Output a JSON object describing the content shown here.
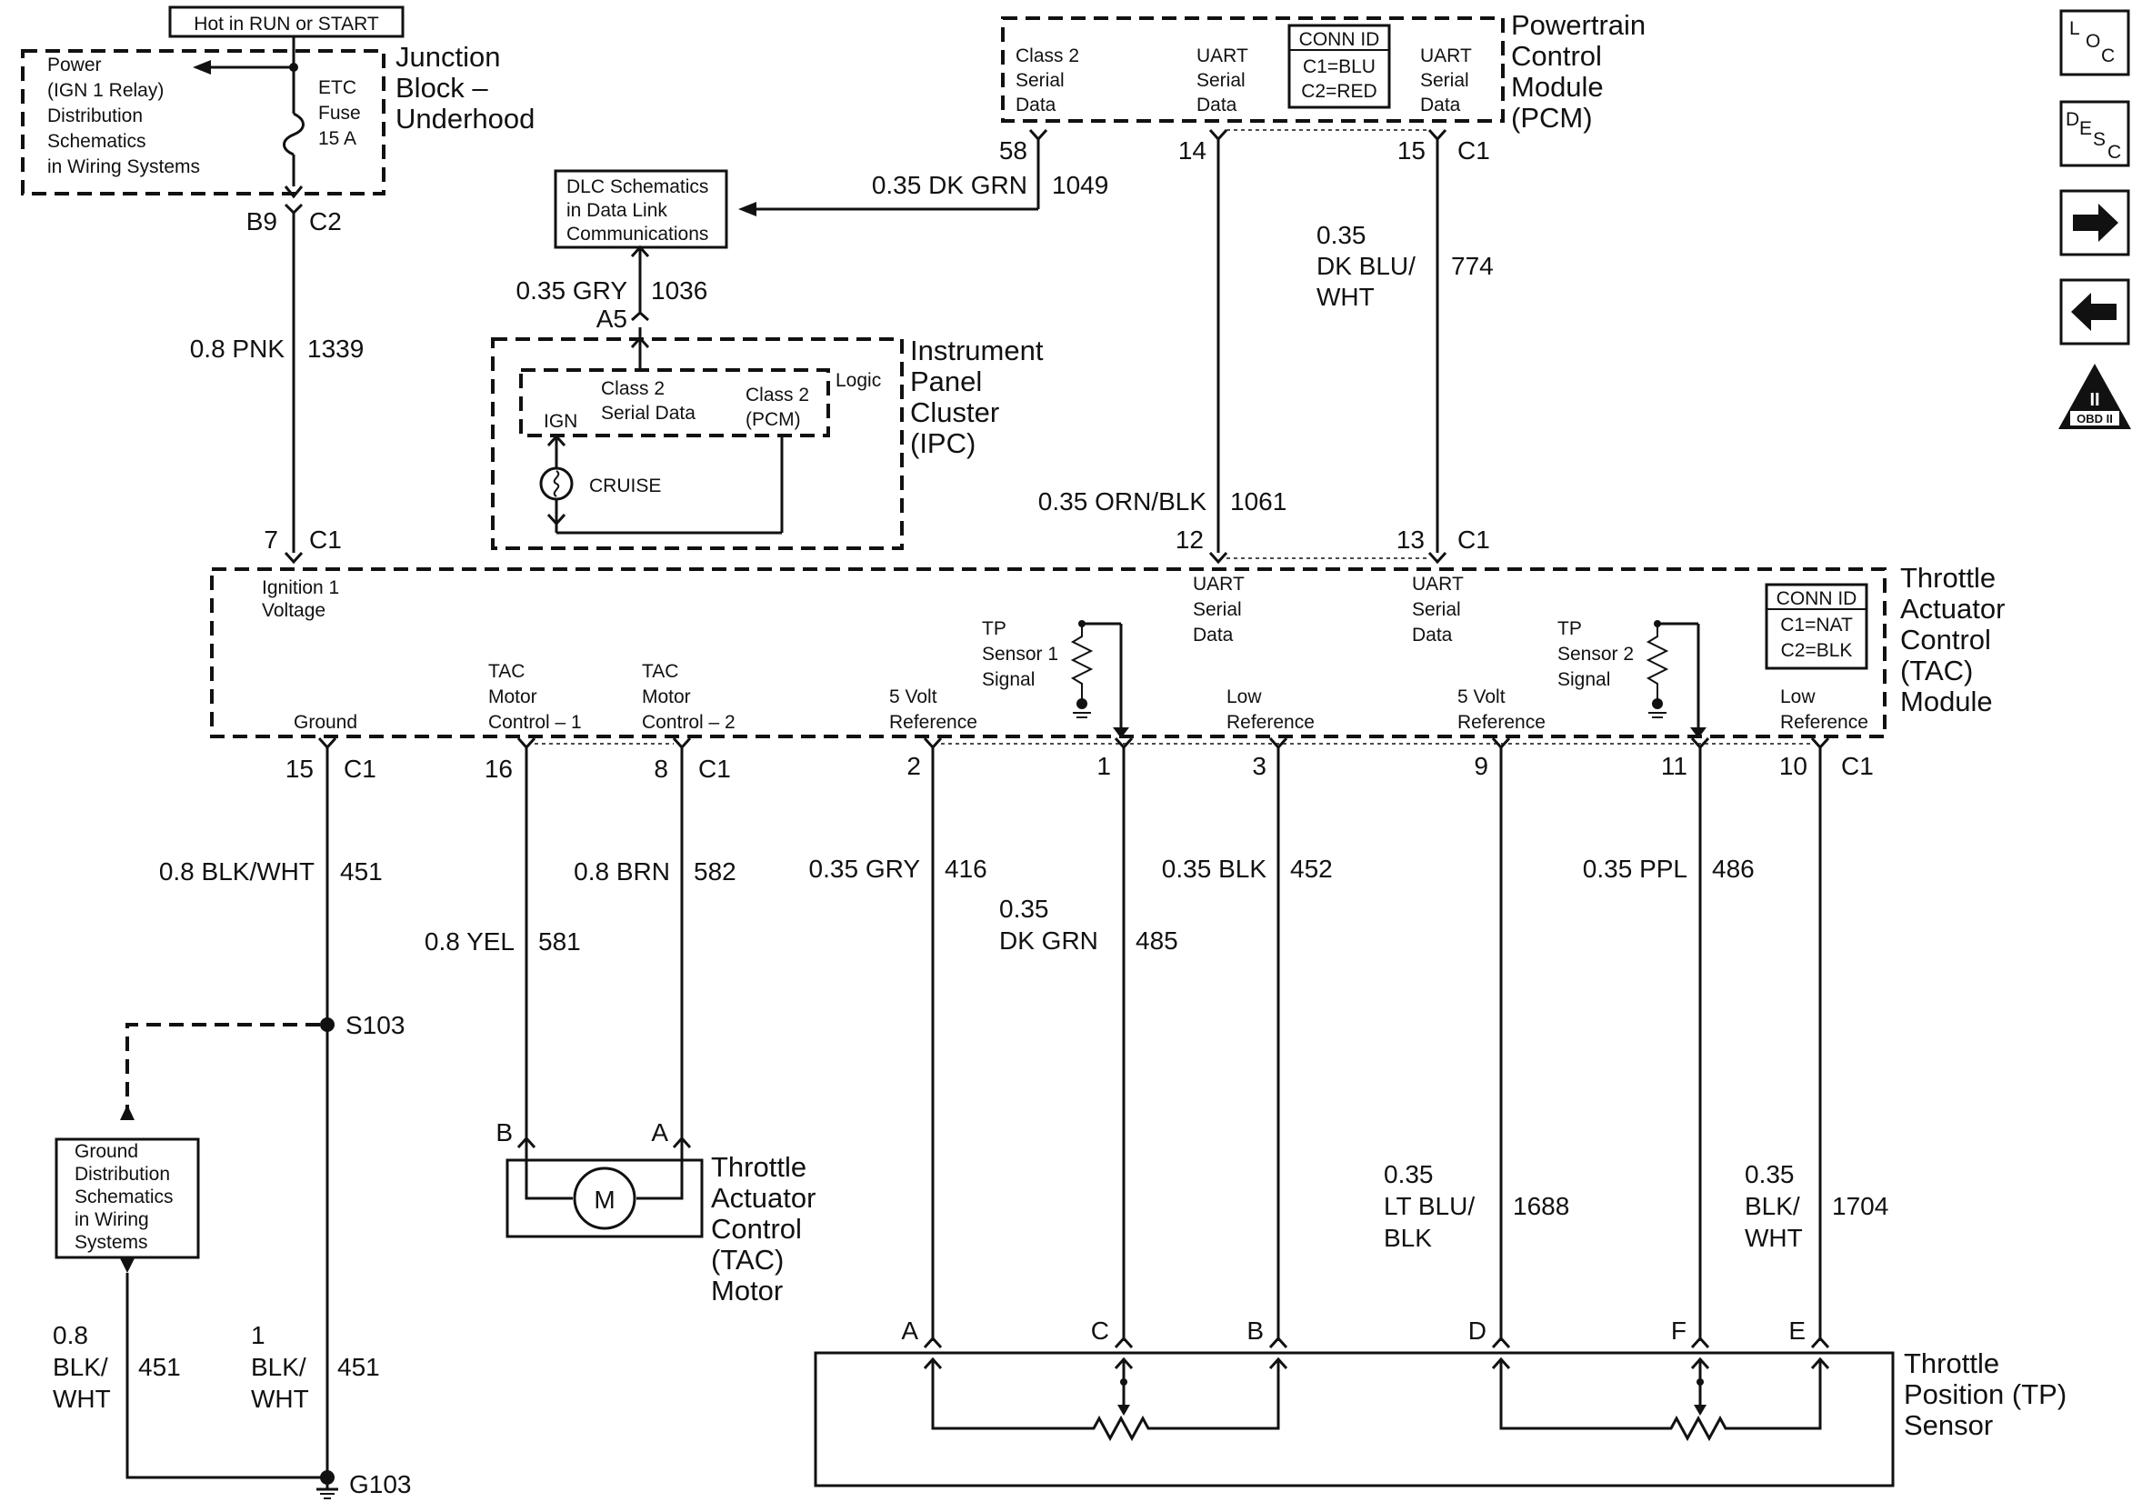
{
  "junction_block": {
    "hot_label": "Hot in RUN or START",
    "power_note": [
      "Power",
      "(IGN 1 Relay)",
      "Distribution",
      "Schematics",
      "in Wiring Systems"
    ],
    "fuse": [
      "ETC",
      "Fuse",
      "15 A"
    ],
    "name": [
      "Junction",
      "Block –",
      "Underhood"
    ],
    "pin": "B9",
    "conn": "C2"
  },
  "wire_ign": {
    "size_color": "0.8 PNK",
    "circuit": "1339"
  },
  "pcm": {
    "name": [
      "Powertrain",
      "Control",
      "Module",
      "(PCM)"
    ],
    "conn_id": [
      "CONN ID",
      "C1=BLU",
      "C2=RED"
    ],
    "class2": [
      "Class 2",
      "Serial",
      "Data"
    ],
    "uart1": [
      "UART",
      "Serial",
      "Data"
    ],
    "uart2": [
      "UART",
      "Serial",
      "Data"
    ],
    "pin_class2": "58",
    "pin_uart1": "14",
    "pin_uart2": "15",
    "conn": "C1"
  },
  "wire_1049": {
    "size_color": "0.35 DK GRN",
    "circuit": "1049"
  },
  "dlc_note": [
    "DLC Schematics",
    "in Data Link",
    "Communications"
  ],
  "wire_1036": {
    "size_color": "0.35 GRY",
    "circuit": "1036",
    "pin": "A5"
  },
  "ipc": {
    "name": [
      "Instrument",
      "Panel",
      "Cluster",
      "(IPC)"
    ],
    "logic": "Logic",
    "class2_data": [
      "Class 2",
      "Serial Data"
    ],
    "class2_pcm": [
      "Class 2",
      "(PCM)"
    ],
    "ign": "IGN",
    "cruise": "CRUISE"
  },
  "wire_774": {
    "size": "0.35",
    "color": [
      "DK BLU/",
      "WHT"
    ],
    "circuit": "774"
  },
  "wire_1061": {
    "size_color": "0.35 ORN/BLK",
    "circuit": "1061"
  },
  "tac_module": {
    "name": [
      "Throttle",
      "Actuator",
      "Control",
      "(TAC)",
      "Module"
    ],
    "conn_id": [
      "CONN ID",
      "C1=NAT",
      "C2=BLK"
    ],
    "ign_voltage": [
      "Ignition 1",
      "Voltage"
    ],
    "ground": "Ground",
    "motor1": [
      "TAC",
      "Motor",
      "Control – 1"
    ],
    "motor2": [
      "TAC",
      "Motor",
      "Control – 2"
    ],
    "ref5v_1": [
      "5 Volt",
      "Reference"
    ],
    "tp1": [
      "TP",
      "Sensor 1",
      "Signal"
    ],
    "low_ref_1": [
      "Low",
      "Reference"
    ],
    "uart1": [
      "UART",
      "Serial",
      "Data"
    ],
    "uart2": [
      "UART",
      "Serial",
      "Data"
    ],
    "ref5v_2": [
      "5 Volt",
      "Reference"
    ],
    "tp2": [
      "TP",
      "Sensor 2",
      "Signal"
    ],
    "low_ref_2": [
      "Low",
      "Reference"
    ],
    "pins": {
      "ign": "7",
      "uart1": "12",
      "uart2": "13",
      "ground": "15",
      "motor1": "16",
      "motor2": "8",
      "ref1": "2",
      "tp1": "1",
      "low1": "3",
      "ref2": "9",
      "tp2": "11",
      "low2": "10"
    },
    "conn": "C1"
  },
  "wires_bottom": {
    "w451": {
      "size_color": "0.8 BLK/WHT",
      "circuit": "451"
    },
    "w581": {
      "size_color": "0.8 YEL",
      "circuit": "581"
    },
    "w582": {
      "size_color": "0.8 BRN",
      "circuit": "582"
    },
    "w416": {
      "size_color": "0.35 GRY",
      "circuit": "416"
    },
    "w485": {
      "size": "0.35",
      "color": "DK GRN",
      "circuit": "485"
    },
    "w452": {
      "size_color": "0.35 BLK",
      "circuit": "452"
    },
    "w486": {
      "size_color": "0.35 PPL",
      "circuit": "486"
    },
    "w1688": {
      "size": "0.35",
      "color": [
        "LT BLU/",
        "BLK"
      ],
      "circuit": "1688"
    },
    "w1704": {
      "size": "0.35",
      "color": [
        "BLK/",
        "WHT"
      ],
      "circuit": "1704"
    },
    "g_left": {
      "size": "0.8",
      "color": [
        "BLK/",
        "WHT"
      ],
      "circuit": "451"
    },
    "g_right": {
      "size": "1",
      "color": [
        "BLK/",
        "WHT"
      ],
      "circuit": "451"
    }
  },
  "splice": "S103",
  "ground_point": "G103",
  "ground_note": [
    "Ground",
    "Distribution",
    "Schematics",
    "in Wiring",
    "Systems"
  ],
  "motor": {
    "name": [
      "Throttle",
      "Actuator",
      "Control",
      "(TAC)",
      "Motor"
    ],
    "symbol": "M",
    "pin_b": "B",
    "pin_a": "A"
  },
  "tp_sensor": {
    "name": [
      "Throttle",
      "Position (TP)",
      "Sensor"
    ],
    "pins": [
      "A",
      "C",
      "B",
      "D",
      "F",
      "E"
    ]
  },
  "nav": {
    "loc": [
      "L",
      "O",
      "C"
    ],
    "desc": [
      "D",
      "E",
      "S",
      "C"
    ],
    "next": "→",
    "prev": "←",
    "obd_num": "II",
    "obd_label": "OBD II"
  }
}
